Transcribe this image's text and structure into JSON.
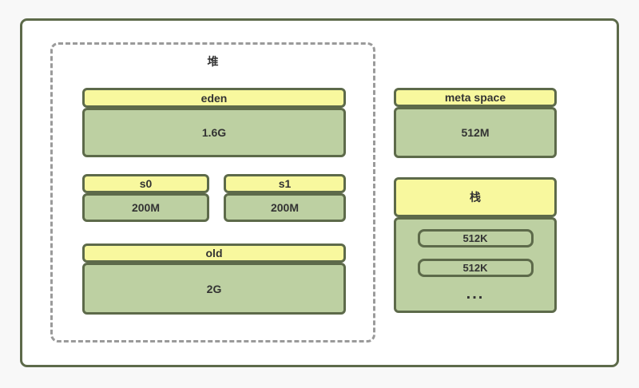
{
  "colors": {
    "border": "#5d6a4a",
    "header_yellow": "#f8f89e",
    "body_green": "#bdd0a2",
    "dashed_outline": "#9a9a9a",
    "text": "#333333",
    "page_background": "#f8f8f8"
  },
  "heap": {
    "title": "堆",
    "boxes": {
      "eden": {
        "label": "eden",
        "value": "1.6G"
      },
      "s0": {
        "label": "s0",
        "value": "200M"
      },
      "s1": {
        "label": "s1",
        "value": "200M"
      },
      "old": {
        "label": "old",
        "value": "2G"
      }
    }
  },
  "meta_space": {
    "label": "meta space",
    "value": "512M"
  },
  "stack": {
    "label": "栈",
    "items": [
      "512K",
      "512K"
    ],
    "ellipsis": "..."
  }
}
